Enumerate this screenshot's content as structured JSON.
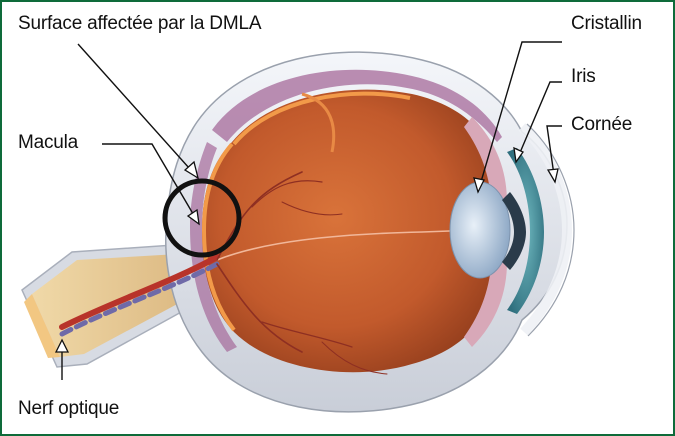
{
  "labels": {
    "dmla_area": "Surface affectée par la DMLA",
    "macula": "Macula",
    "optic_nerve": "Nerf optique",
    "lens": "Cristallin",
    "iris": "Iris",
    "cornea": "Cornée"
  },
  "colors": {
    "frame_border": "#0e6b3a",
    "eye_interior": "#c8642f",
    "sclera": "#e6e9ef",
    "choroid": "#f08a3a",
    "iris": "#4f9aa6",
    "lens": "#b9cbe0",
    "vessels_artery": "#b8332a",
    "vessels_vein": "#6f6aa8",
    "leader_lines": "#111111"
  }
}
